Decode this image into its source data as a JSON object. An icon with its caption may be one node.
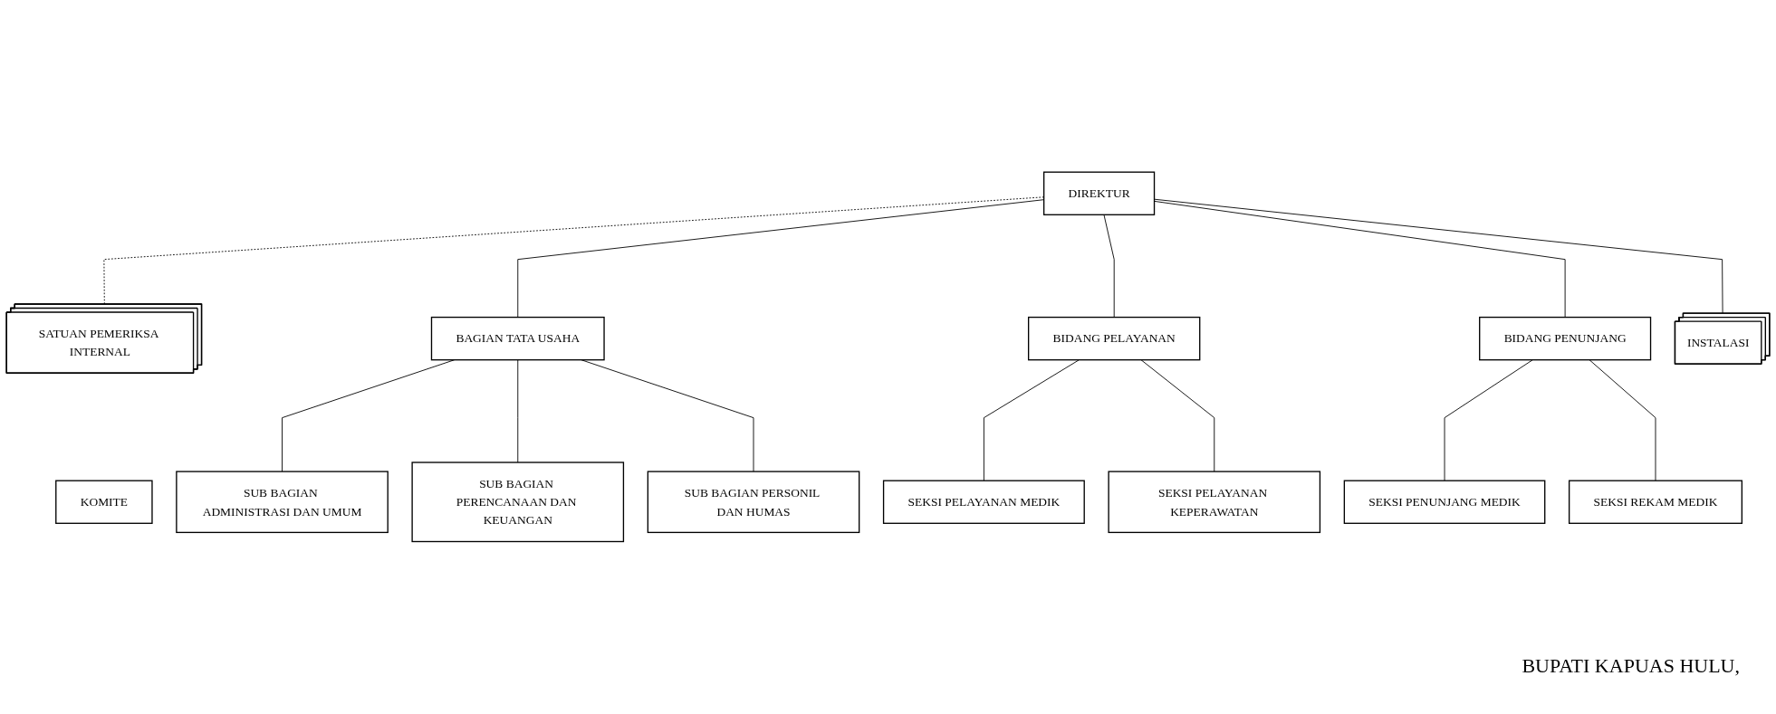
{
  "diagram": {
    "nodes": [
      {
        "text": [
          "DIREKTUR"
        ]
      },
      {
        "text": [
          "SATUAN PEMERIKSA INTERNAL"
        ]
      },
      {
        "text": [
          "KOMITE"
        ]
      },
      {
        "text": [
          "BAGIAN TATA USAHA"
        ]
      },
      {
        "text": [
          "SUB BAGIAN ADMINISTRASI DAN UMUM"
        ]
      },
      {
        "text": [
          "SUB BAGIAN PERENCANAAN DAN KEUANGAN"
        ]
      },
      {
        "text": [
          "SUB BAGIAN PERSONIL DAN HUMAS"
        ]
      },
      {
        "text": [
          "BIDANG PELAYANAN"
        ]
      },
      {
        "text": [
          "BIDANG PENUNJANG"
        ]
      },
      {
        "text": [
          "SEKSI PELAYANAN MEDIK"
        ]
      },
      {
        "text": [
          "SEKSI PELAYANAN KEPERAWATAN"
        ]
      },
      {
        "text": [
          "SEKSI PENUNJANG MEDIK"
        ]
      },
      {
        "text": [
          "SEKSI REKAM MEDIK"
        ]
      },
      {
        "text": [
          "INSTALASI"
        ]
      }
    ],
    "edges": [
      {
        "from": 0,
        "to": 1,
        "arrow": "none",
        "style": "dashed"
      },
      {
        "from": 0,
        "to": 3,
        "arrow": "none"
      },
      {
        "from": 3,
        "to": 4,
        "arrow": "none"
      },
      {
        "from": 3,
        "to": 5,
        "arrow": "none"
      },
      {
        "from": 3,
        "to": 6,
        "arrow": "none"
      },
      {
        "from": 0,
        "to": 7,
        "arrow": "none"
      },
      {
        "from": 0,
        "to": 8,
        "arrow": "none"
      },
      {
        "from": 7,
        "to": 9,
        "arrow": "none"
      },
      {
        "from": 7,
        "to": 10,
        "arrow": "none"
      },
      {
        "from": 8,
        "to": 11,
        "arrow": "none"
      },
      {
        "from": 8,
        "to": 12,
        "arrow": "none"
      },
      {
        "from": 0,
        "to": 13,
        "arrow": "none"
      }
    ],
    "labels": [
      "BUPATI KAPUAS HULU,"
    ]
  }
}
